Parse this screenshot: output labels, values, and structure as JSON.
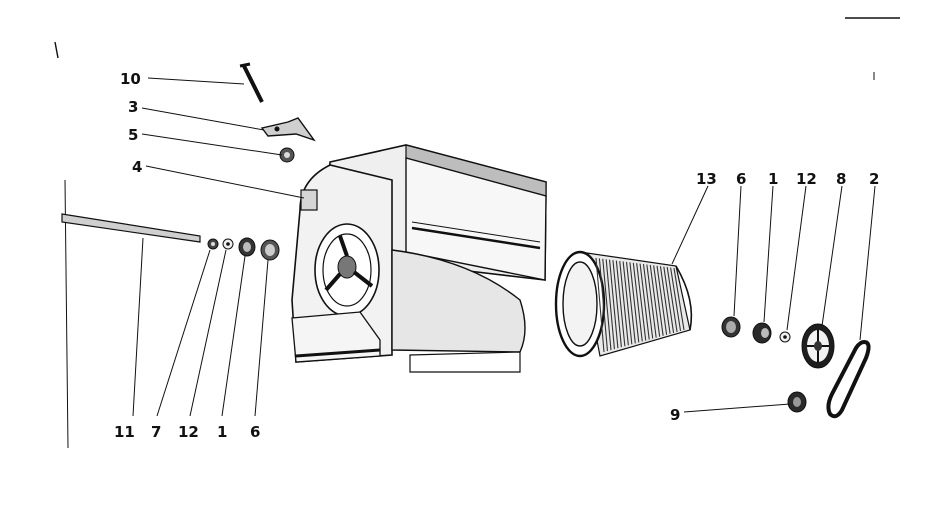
{
  "callouts": {
    "c10": "10",
    "c3": "3",
    "c5": "5",
    "c4": "4",
    "c13": "13",
    "c6_top": "6",
    "c1_top": "1",
    "c12_top": "12",
    "c8": "8",
    "c2": "2",
    "c9": "9",
    "c11": "11",
    "c7": "7",
    "c12_bottom": "12",
    "c1_bottom": "1",
    "c6_bottom": "6"
  }
}
